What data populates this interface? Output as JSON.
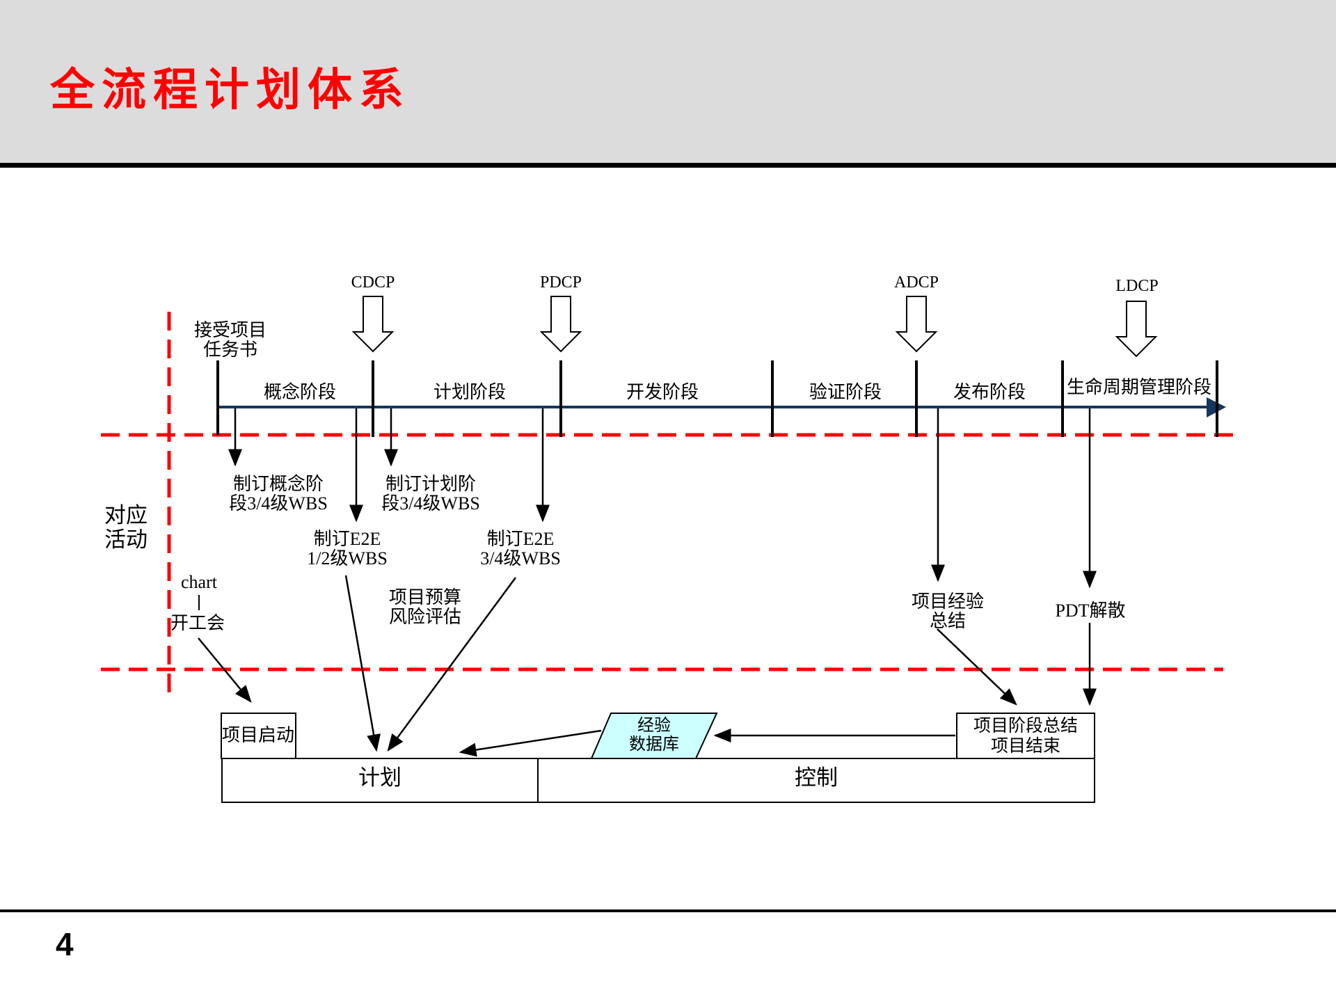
{
  "slide": {
    "title": "全流程计划体系",
    "page_number": "4"
  },
  "colors": {
    "accent_red": "#ff0000",
    "header_bg": "#dcdcdc",
    "axis_blue": "#17375e",
    "database_fill": "#ccffff",
    "line_black": "#000000"
  },
  "timeline": {
    "start_note": {
      "line1": "接受项目",
      "line2": "任务书"
    },
    "milestones": [
      {
        "label": "CDCP"
      },
      {
        "label": "PDCP"
      },
      {
        "label": "ADCP"
      },
      {
        "label": "LDCP"
      }
    ],
    "phases": [
      {
        "label": "概念阶段"
      },
      {
        "label": "计划阶段"
      },
      {
        "label": "开发阶段"
      },
      {
        "label": "验证阶段"
      },
      {
        "label": "发布阶段"
      },
      {
        "label": "生命周期管理阶段"
      }
    ]
  },
  "activities": {
    "row_label": {
      "line1": "对应",
      "line2": "活动"
    },
    "concept_wbs": {
      "line1": "制订概念阶",
      "line2": "段3/4级WBS"
    },
    "plan_wbs": {
      "line1": "制订计划阶",
      "line2": "段3/4级WBS"
    },
    "e2e12_wbs": {
      "line1": "制订E2E",
      "line2": "1/2级WBS"
    },
    "e2e34_wbs": {
      "line1": "制订E2E",
      "line2": "3/4级WBS"
    },
    "budget_risk": {
      "line1": "项目预算",
      "line2": "风险评估"
    },
    "experience_summary": {
      "line1": "项目经验",
      "line2": "总结"
    },
    "pdt_disband": "PDT解散",
    "kickoff": {
      "chart_label": "chart",
      "meeting_label": "开工会"
    }
  },
  "bottom": {
    "project_start": "项目启动",
    "plan": "计划",
    "control": "控制",
    "experience_db": {
      "line1": "经验",
      "line2": "数据库"
    },
    "phase_summary": {
      "line1": "项目阶段总结",
      "line2": "项目结束"
    }
  }
}
